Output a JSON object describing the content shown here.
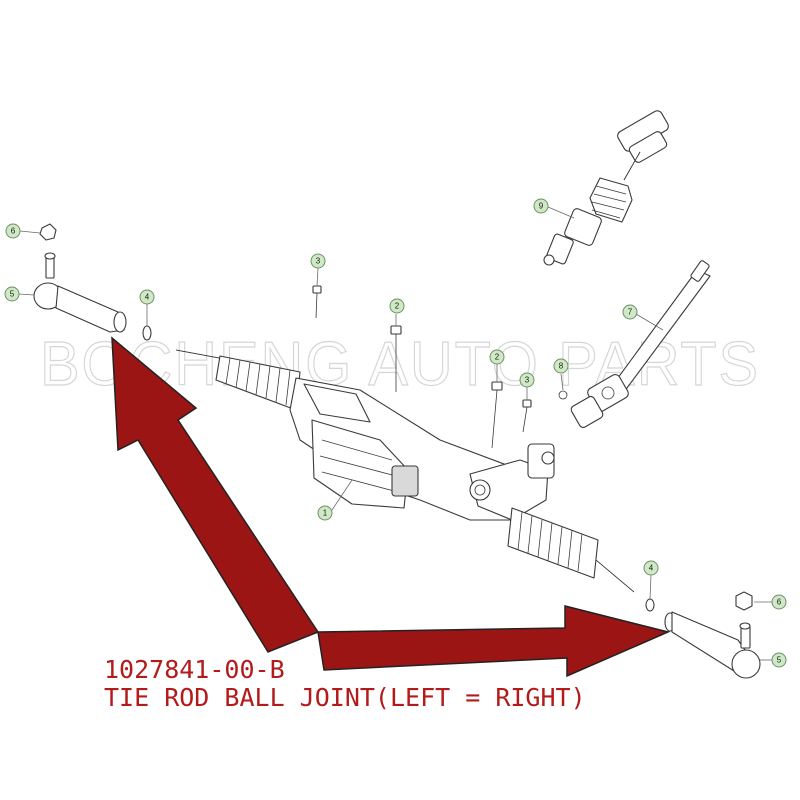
{
  "watermark": "BOCHENG  AUTO  PARTS",
  "callouts": {
    "c1": "1",
    "c2a": "2",
    "c2b": "2",
    "c3a": "3",
    "c3b": "3",
    "c4a": "4",
    "c4b": "4",
    "c5a": "5",
    "c5b": "5",
    "c6a": "6",
    "c6b": "6",
    "c7": "7",
    "c8": "8",
    "c9": "9"
  },
  "label": {
    "part_number": "1027841-00-B",
    "description": "TIE ROD BALL JOINT(LEFT = RIGHT)"
  },
  "colors": {
    "arrow": "#9c1515",
    "label_text": "#b31a1a",
    "callout_fill": "#cfe8c6"
  }
}
